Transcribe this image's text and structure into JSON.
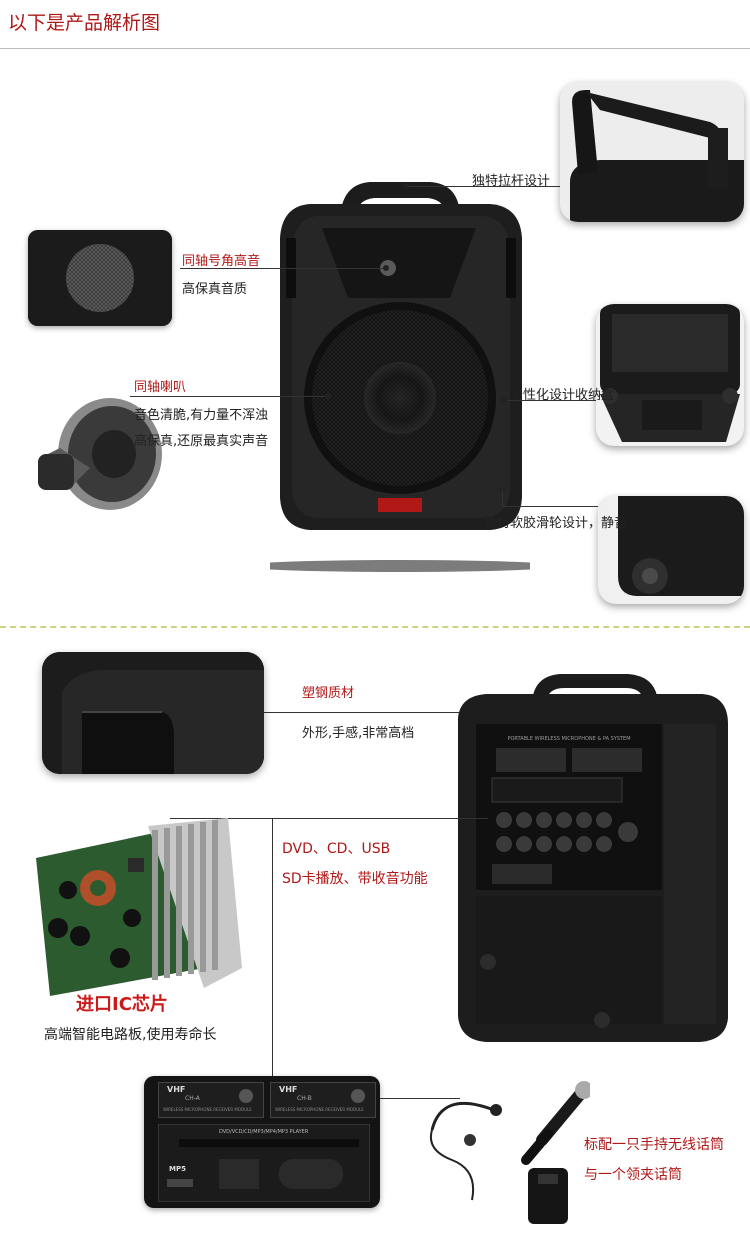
{
  "header": {
    "title": "以下是产品解析图"
  },
  "section1": {
    "handle": {
      "label": "独特拉杆设计"
    },
    "tweeter": {
      "title": "同轴号角高音",
      "desc": "高保真音质"
    },
    "woofer": {
      "title": "同轴喇叭",
      "desc1": "音色清脆,有力量不浑浊",
      "desc2": "高保真,还原最真实声音"
    },
    "storage": {
      "label": "个性化设计收纳盒"
    },
    "wheel": {
      "label": "独特软胶滑轮设计，静音"
    }
  },
  "section2": {
    "material": {
      "title": "塑钢质材",
      "desc": "外形,手感,非常高档"
    },
    "media": {
      "line1": "DVD、CD、USB",
      "line2": "SD卡播放、带收音功能"
    },
    "chip": {
      "title": "进口IC芯片",
      "desc": "高端智能电路板,使用寿命长"
    },
    "mic": {
      "line1": "标配一只手持无线话筒",
      "line2": "与一个领夹话筒"
    },
    "panel": {
      "top_text": "PORTABLE WIRELESS MICROPHONE & PA SYSTEM",
      "player_text": "DVD/VCD/CD/MP3/MP4/MP3 PLAYER",
      "module_label_a": "VHF",
      "module_label_b": "VHF",
      "module_sub": "WIRELESS MICROPHONE RECEIVER MODULE",
      "chan_a": "CH-A",
      "chan_b": "CH-B",
      "mp5": "MP5"
    }
  },
  "colors": {
    "accent": "#b01818",
    "divider": "#c8d480",
    "product": "#1a1a1a"
  }
}
